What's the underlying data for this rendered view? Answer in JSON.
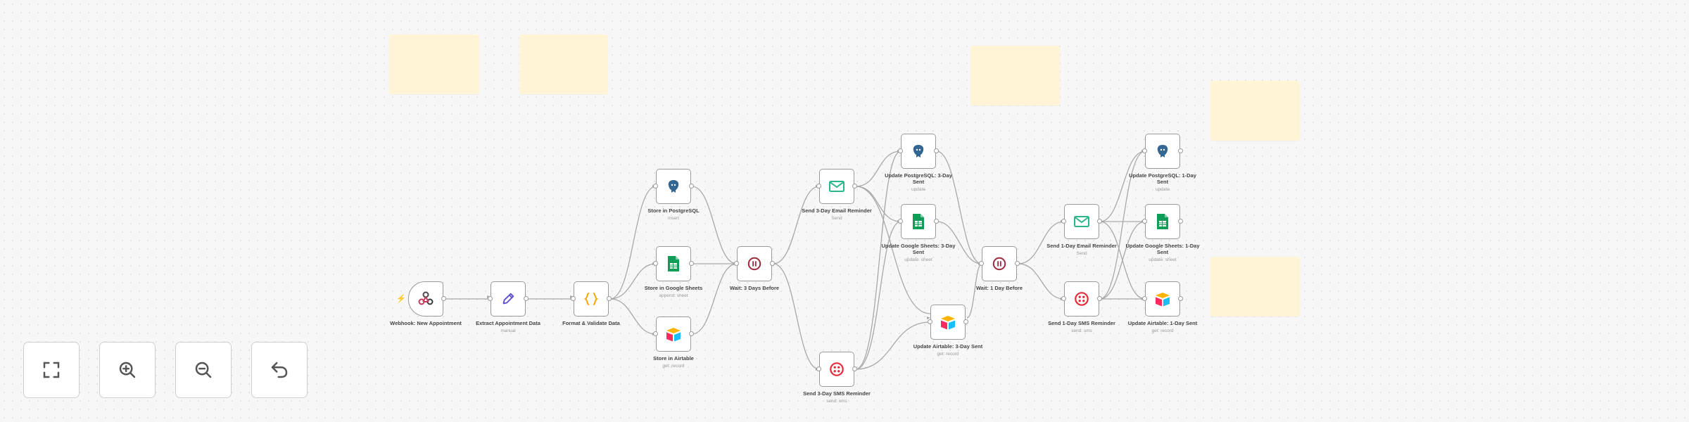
{
  "nodes": {
    "webhook": {
      "label": "Webhook: New Appointment",
      "sub": ""
    },
    "extract": {
      "label": "Extract Appointment Data",
      "sub": "manual"
    },
    "format": {
      "label": "Format & Validate Data",
      "sub": ""
    },
    "pg_store": {
      "label": "Store in PostgreSQL",
      "sub": "insert"
    },
    "gs_store": {
      "label": "Store in Google Sheets",
      "sub": "append: sheet"
    },
    "at_store": {
      "label": "Store in Airtable",
      "sub": "get: record"
    },
    "wait3": {
      "label": "Wait: 3 Days Before",
      "sub": ""
    },
    "email3": {
      "label": "Send 3-Day Email Reminder",
      "sub": "Send"
    },
    "sms3": {
      "label": "Send 3-Day SMS Reminder",
      "sub": "send: sms"
    },
    "pg_upd3": {
      "label": "Update PostgreSQL: 3-Day Sent",
      "sub": "update"
    },
    "gs_upd3": {
      "label": "Update Google Sheets: 3-Day Sent",
      "sub": "update: sheet"
    },
    "at_upd3": {
      "label": "Update Airtable: 3-Day Sent",
      "sub": "get: record"
    },
    "wait1": {
      "label": "Wait: 1 Day Before",
      "sub": ""
    },
    "email1": {
      "label": "Send 1-Day Email Reminder",
      "sub": "Send"
    },
    "sms1": {
      "label": "Send 1-Day SMS Reminder",
      "sub": "send: sms"
    },
    "pg_upd1": {
      "label": "Update PostgreSQL: 1-Day Sent",
      "sub": "update"
    },
    "gs_upd1": {
      "label": "Update Google Sheets: 1-Day Sent",
      "sub": "update: sheet"
    },
    "at_upd1": {
      "label": "Update Airtable: 1-Day Sent",
      "sub": "get: record"
    }
  },
  "controls": {
    "fit": "fit-view-icon",
    "zoom_in": "zoom-in-icon",
    "zoom_out": "zoom-out-icon",
    "undo": "undo-icon"
  },
  "colors": {
    "background": "#f7f7f7",
    "sticky": "#fff4d6",
    "node_border": "#9a9a9a",
    "connection": "#a8a8a8",
    "trigger_marker": "#ff6d5a",
    "postgres": "#336791",
    "sheets": "#0f9d58",
    "airtable": "#fcb400",
    "email": "#2bb58a",
    "sms": "#e22c3a",
    "wait": "#9e2b3e",
    "code": "#f7a800",
    "edit": "#5a4fcf"
  }
}
